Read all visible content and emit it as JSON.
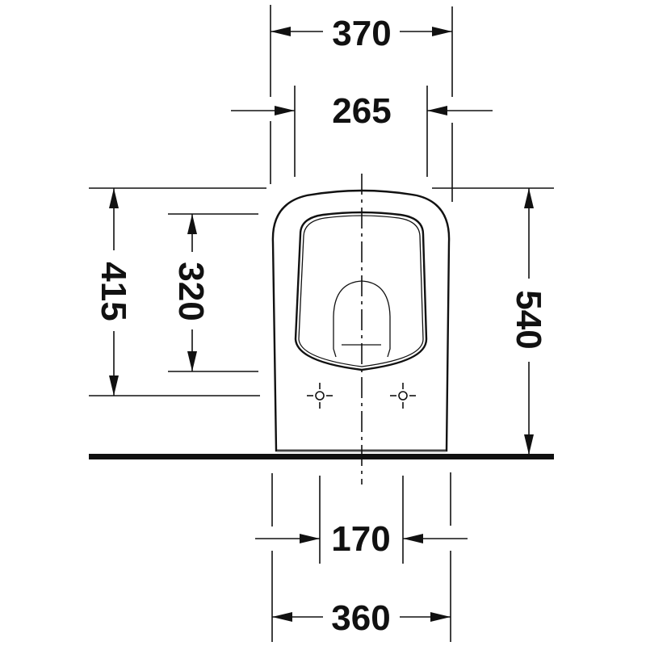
{
  "drawing": {
    "title": "Wall-hung toilet front view dimension drawing",
    "units": "mm",
    "colors": {
      "ink": "#111111",
      "background": "#ffffff"
    }
  },
  "dimensions": {
    "overall_top_width": {
      "label": "370",
      "orientation": "horizontal"
    },
    "seat_inner_width": {
      "label": "265",
      "orientation": "horizontal"
    },
    "fixing_centers": {
      "label": "170",
      "orientation": "horizontal"
    },
    "overall_bottom_width": {
      "label": "360",
      "orientation": "horizontal"
    },
    "height_fixings_to_top": {
      "label": "415",
      "orientation": "vertical"
    },
    "seat_height": {
      "label": "320",
      "orientation": "vertical"
    },
    "overall_height": {
      "label": "540",
      "orientation": "vertical"
    }
  },
  "features": {
    "fixing_points": 2,
    "floor_line": "floor",
    "centerline": "centerline"
  }
}
